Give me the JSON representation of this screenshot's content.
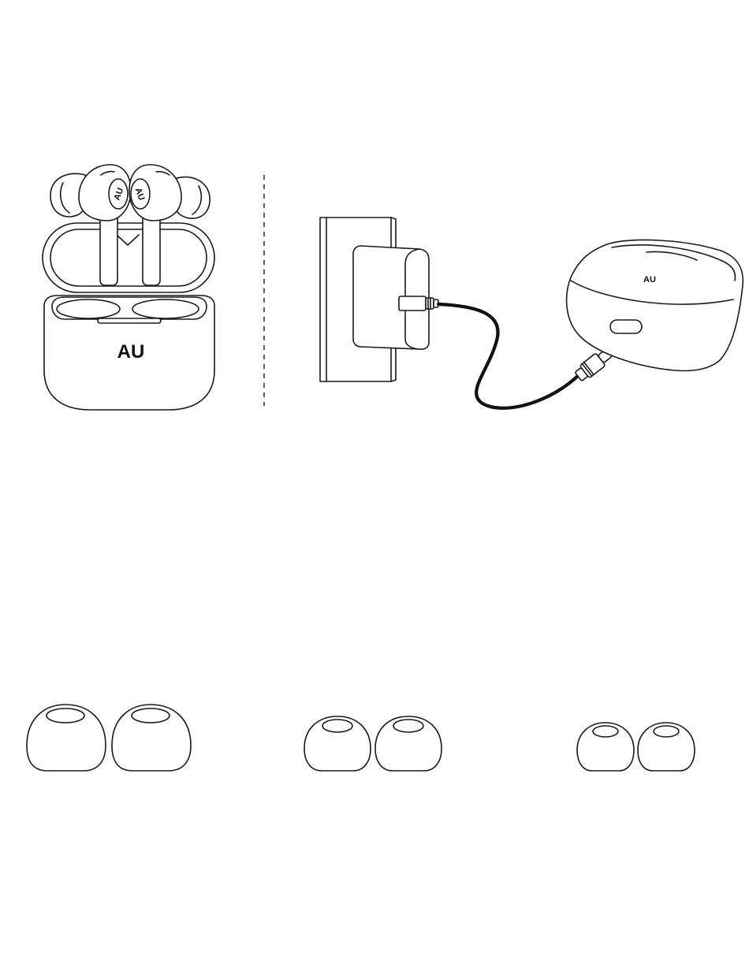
{
  "figure": {
    "background": "#ffffff",
    "line_color": "#1a1a1a",
    "panels": [
      "earbuds-in-open-case",
      "case-charging-from-wall-adapter",
      "ear-tips-large-medium-small"
    ]
  },
  "brand": {
    "case_logo": "AU",
    "earbud_logo": "AU",
    "charging_case_logo": "AU"
  },
  "ear_tips": {
    "sizes": [
      "large",
      "medium",
      "small"
    ],
    "pairs_per_size": 2
  }
}
